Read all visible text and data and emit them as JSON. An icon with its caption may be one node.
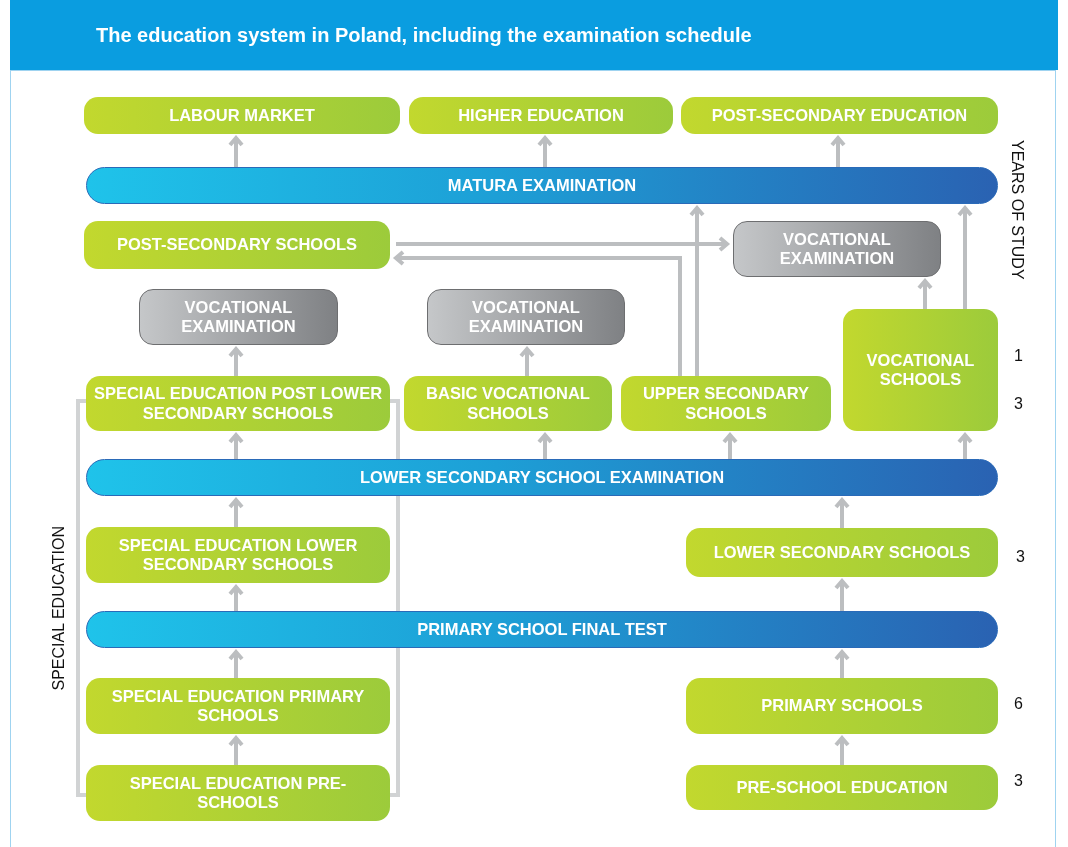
{
  "diagram": {
    "title": "The education system in Poland, including the examination schedule",
    "nodes": [
      {
        "text": [
          "LABOUR MARKET"
        ]
      },
      {
        "text": [
          "HIGHER EDUCATION"
        ]
      },
      {
        "text": [
          "POST-SECONDARY EDUCATION"
        ]
      },
      {
        "text": [
          "MATURA EXAMINATION"
        ]
      },
      {
        "text": [
          "POST-SECONDARY SCHOOLS"
        ]
      },
      {
        "text": [
          "VOCATIONAL EXAMINATION"
        ]
      },
      {
        "text": [
          "VOCATIONAL EXAMINATION"
        ]
      },
      {
        "text": [
          "VOCATIONAL EXAMINATION"
        ]
      },
      {
        "text": [
          "VOCATIONAL SCHOOLS"
        ]
      },
      {
        "text": [
          "SPECIAL EDUCATION POST LOWER SECONDARY SCHOOLS"
        ]
      },
      {
        "text": [
          "BASIC VOCATIONAL SCHOOLS"
        ]
      },
      {
        "text": [
          "UPPER SECONDARY SCHOOLS"
        ]
      },
      {
        "text": [
          "LOWER SECONDARY SCHOOL EXAMINATION"
        ]
      },
      {
        "text": [
          "SPECIAL EDUCATION LOWER SECONDARY SCHOOLS"
        ]
      },
      {
        "text": [
          "LOWER SECONDARY SCHOOLS"
        ]
      },
      {
        "text": [
          "PRIMARY SCHOOL FINAL TEST"
        ]
      },
      {
        "text": [
          "SPECIAL EDUCATION PRIMARY SCHOOLS"
        ]
      },
      {
        "text": [
          "PRIMARY SCHOOLS"
        ]
      },
      {
        "text": [
          "SPECIAL EDUCATION PRE-SCHOOLS"
        ]
      },
      {
        "text": [
          "PRE-SCHOOL EDUCATION"
        ]
      }
    ],
    "edges": [
      {
        "from": 3,
        "to": 0,
        "arrow": "to"
      },
      {
        "from": 3,
        "to": 1,
        "arrow": "to"
      },
      {
        "from": 3,
        "to": 2,
        "arrow": "to"
      },
      {
        "from": 4,
        "to": 5,
        "arrow": "to"
      },
      {
        "from": 11,
        "to": 4,
        "arrow": "to"
      },
      {
        "from": 11,
        "to": 3,
        "arrow": "to"
      },
      {
        "from": 8,
        "to": 5,
        "arrow": "to"
      },
      {
        "from": 8,
        "to": 3,
        "arrow": "to"
      },
      {
        "from": 9,
        "to": 6,
        "arrow": "to"
      },
      {
        "from": 10,
        "to": 7,
        "arrow": "to"
      },
      {
        "from": 12,
        "to": 9,
        "arrow": "to"
      },
      {
        "from": 12,
        "to": 10,
        "arrow": "to"
      },
      {
        "from": 12,
        "to": 11,
        "arrow": "to"
      },
      {
        "from": 12,
        "to": 8,
        "arrow": "to"
      },
      {
        "from": 13,
        "to": 12,
        "arrow": "to"
      },
      {
        "from": 14,
        "to": 12,
        "arrow": "to"
      },
      {
        "from": 15,
        "to": 13,
        "arrow": "to"
      },
      {
        "from": 15,
        "to": 14,
        "arrow": "to"
      },
      {
        "from": 16,
        "to": 15,
        "arrow": "to"
      },
      {
        "from": 17,
        "to": 15,
        "arrow": "to"
      },
      {
        "from": 18,
        "to": 16,
        "arrow": "to"
      },
      {
        "from": 19,
        "to": 17,
        "arrow": "to"
      }
    ],
    "labels": [
      "YEARS OF STUDY",
      "1",
      "3",
      "SPECIAL EDUCATION",
      "3",
      "6",
      "3"
    ]
  }
}
